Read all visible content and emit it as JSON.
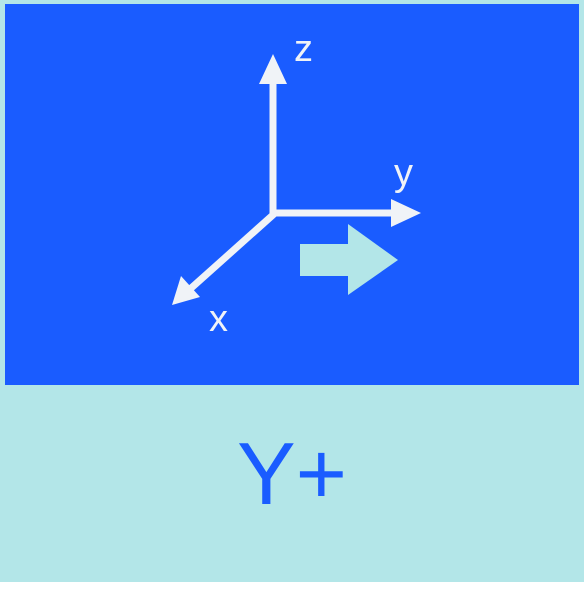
{
  "colors": {
    "panel_blue": "#1a5cff",
    "panel_light": "#b3e6e8",
    "axis_white": "#f0f3f7",
    "arrow_cyan": "#b3e6e8"
  },
  "axes": {
    "z_label": "z",
    "y_label": "y",
    "x_label": "x"
  },
  "direction": {
    "label": "Y+",
    "icon": "arrow-right-icon"
  }
}
